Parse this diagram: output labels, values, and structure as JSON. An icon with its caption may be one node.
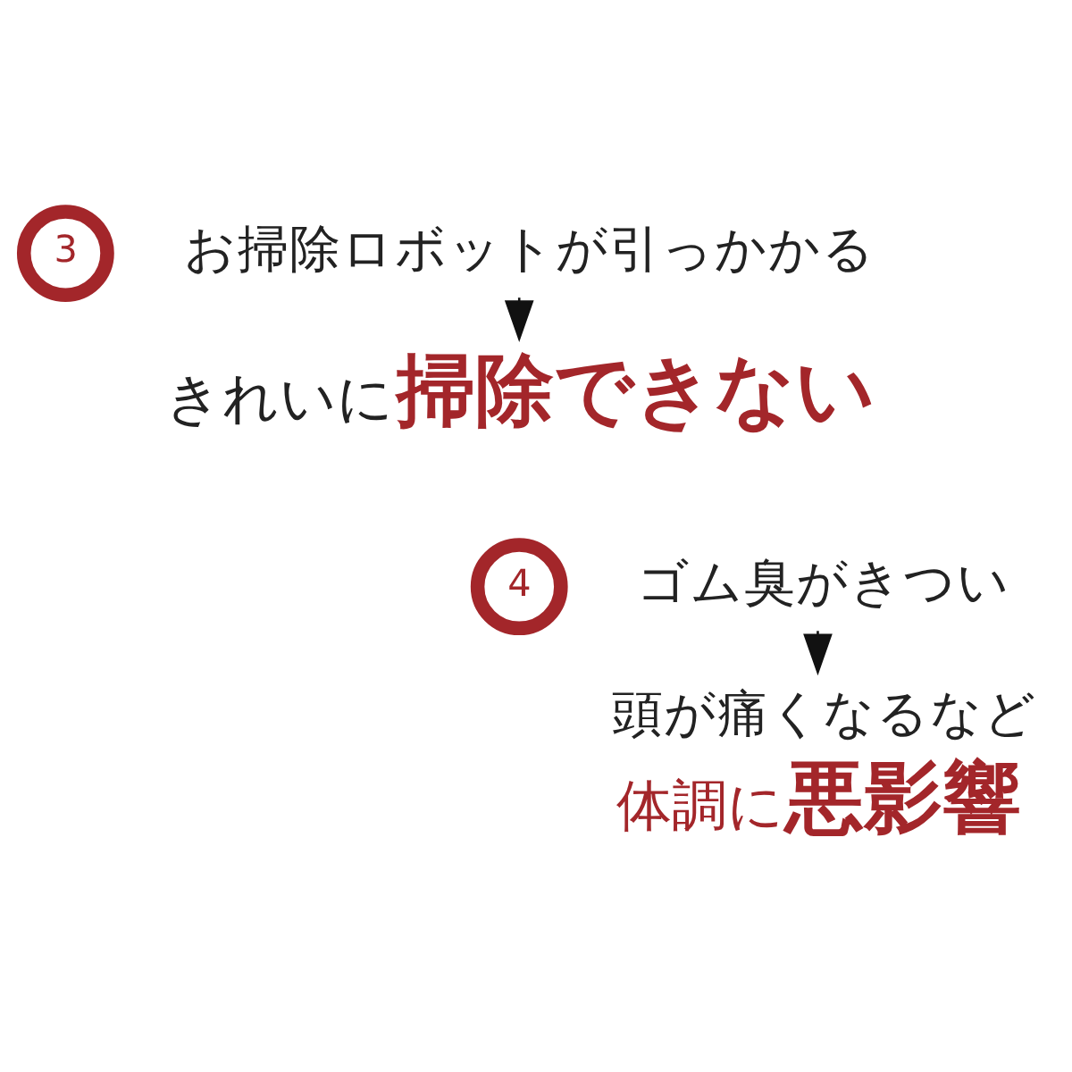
{
  "diagram": {
    "nodes": [
      {
        "text": [
          "3"
        ]
      },
      {
        "text": [
          "お掃除ロボットが引っかかる"
        ]
      },
      {
        "text": [
          "きれいに**掃除できない**"
        ]
      },
      {
        "text": [
          "4"
        ]
      },
      {
        "text": [
          "ゴム臭がきつい"
        ]
      },
      {
        "text": [
          "頭が痛くなるなど",
          "体調に**悪影響**"
        ]
      }
    ],
    "edges": [
      {
        "from": 1,
        "to": 2,
        "arrow": "to"
      },
      {
        "from": 4,
        "to": 5,
        "arrow": "to"
      }
    ]
  }
}
